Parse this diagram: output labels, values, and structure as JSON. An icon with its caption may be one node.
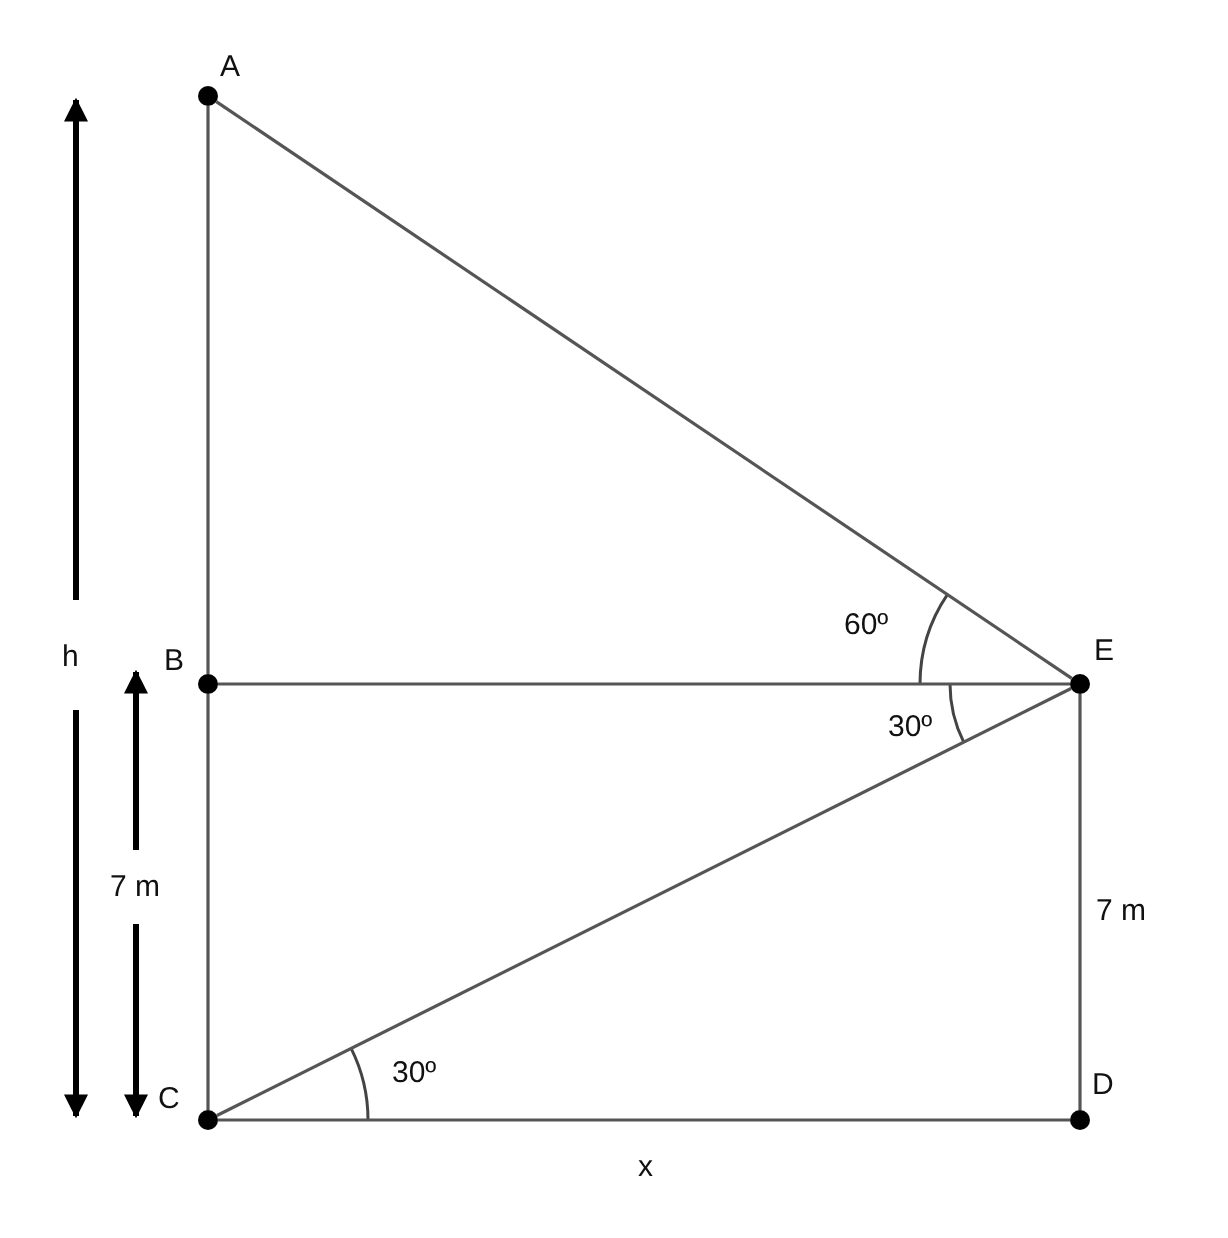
{
  "diagram": {
    "nodes": [
      {
        "text": [],
        "shape": "circle",
        "beside": [
          "A"
        ]
      },
      {
        "text": [],
        "shape": "circle",
        "beside": [
          "B"
        ]
      },
      {
        "text": [],
        "shape": "circle",
        "beside": [
          "C"
        ]
      },
      {
        "text": [],
        "shape": "circle",
        "beside": [
          "D"
        ]
      },
      {
        "text": [],
        "shape": "circle",
        "beside": [
          "E"
        ]
      }
    ],
    "edges": [
      {
        "from": 0,
        "to": 1,
        "arrow": "none"
      },
      {
        "from": 1,
        "to": 2,
        "arrow": "none"
      },
      {
        "from": 0,
        "to": 4,
        "arrow": "none"
      },
      {
        "from": 1,
        "to": 4,
        "arrow": "none"
      },
      {
        "from": 2,
        "to": 4,
        "arrow": "none"
      },
      {
        "from": 2,
        "to": 3,
        "arrow": "none"
      },
      {
        "from": 3,
        "to": 4,
        "arrow": "none"
      }
    ],
    "labels": [
      "h",
      "60º",
      "30º",
      "7 m",
      "7 m",
      "30º",
      "x"
    ]
  }
}
